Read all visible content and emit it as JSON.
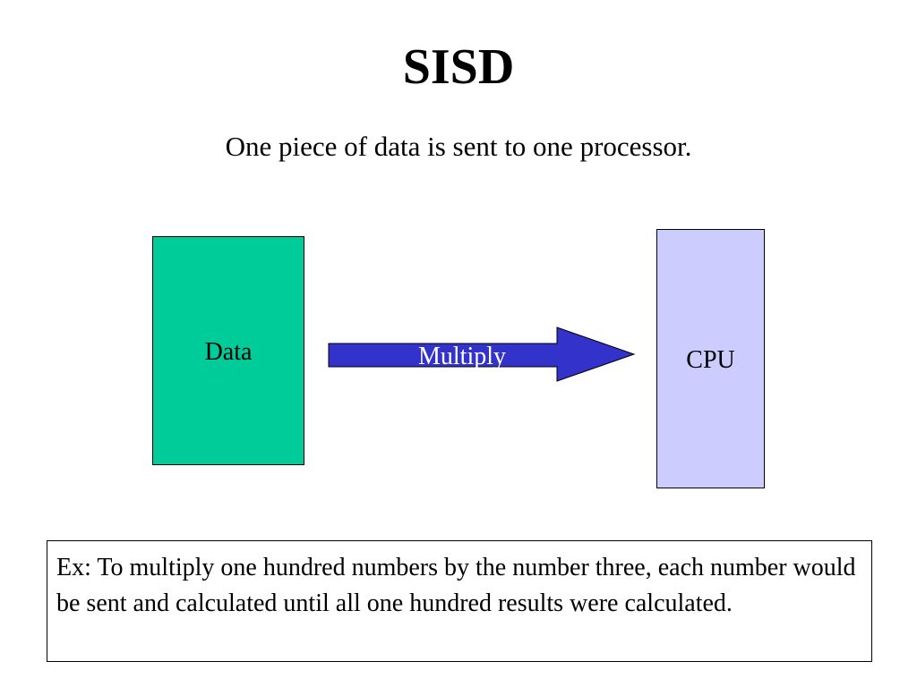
{
  "slide": {
    "title": "SISD",
    "subtitle": "One piece of data is sent to one processor."
  },
  "diagram": {
    "source_label": "Data",
    "arrow_label": "Multiply",
    "target_label": "CPU",
    "colors": {
      "data_fill": "#00cc99",
      "cpu_fill": "#ccccff",
      "arrow_fill": "#3333cc"
    }
  },
  "example": {
    "text": "Ex: To multiply one hundred numbers by the number three, each number would be sent and calculated until all one hundred results were calculated."
  }
}
